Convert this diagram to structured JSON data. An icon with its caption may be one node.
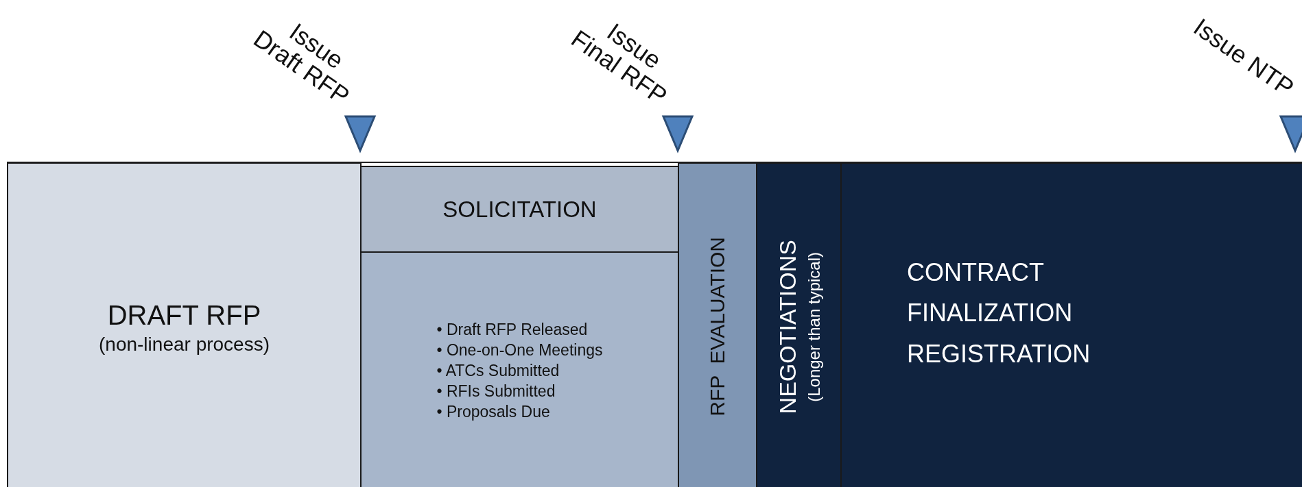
{
  "diagram": {
    "nodes": [
      {
        "text": [
          "DRAFT RFP",
          "(non-linear process)"
        ]
      },
      {
        "text": [
          "SOLICITATION"
        ]
      },
      {
        "text": [
          "• Draft RFP Released",
          "• One-on-One Meetings",
          "• ATCs Submitted",
          "• RFIs Submitted",
          "• Proposals Due"
        ]
      },
      {
        "text": [
          "RFP  EVALUATION"
        ]
      },
      {
        "text": [
          "NEGOTIATIONS",
          "(Longer than typical)"
        ]
      },
      {
        "text": [
          "CONTRACT FINALIZATION REGISTRATION"
        ]
      },
      {
        "text": [
          "Issue Draft RFP"
        ]
      },
      {
        "text": [
          "Issue Final RFP"
        ]
      },
      {
        "text": [
          "Issue NTP"
        ]
      }
    ]
  }
}
